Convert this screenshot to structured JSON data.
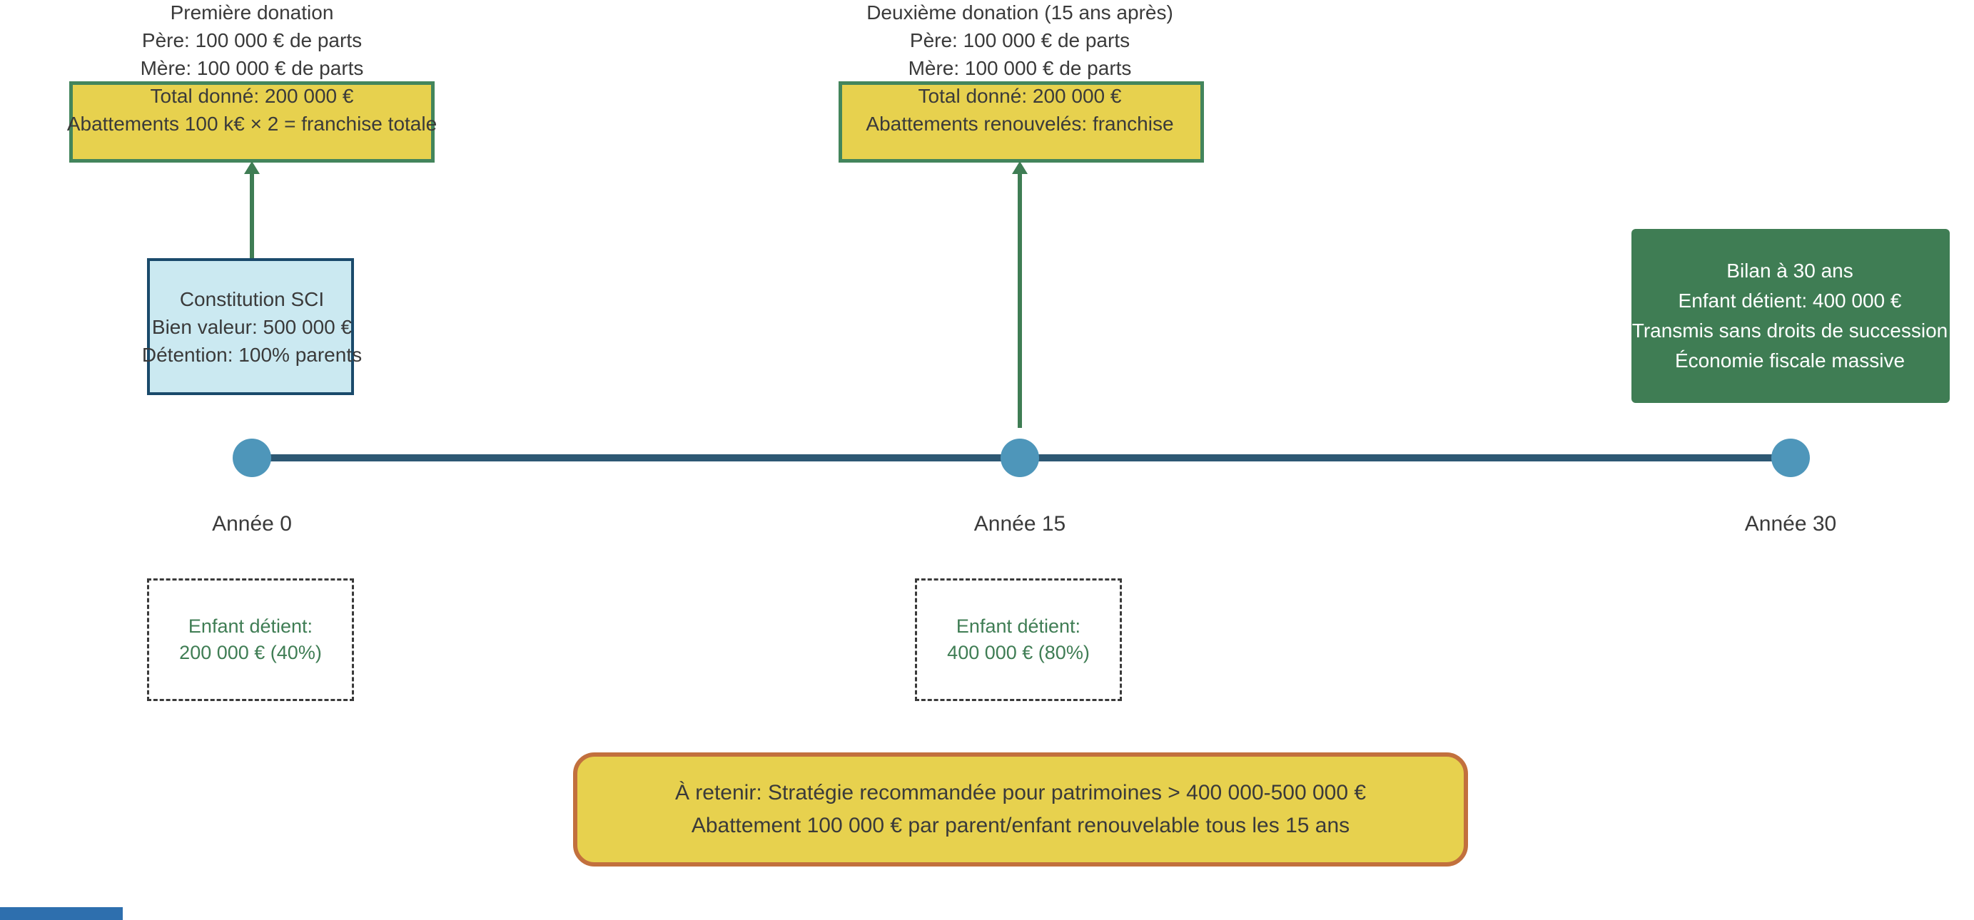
{
  "colors": {
    "timeline_line": "#2d5873",
    "timeline_dot": "#4e96ba",
    "donation_box_fill": "#e7d14e",
    "donation_box_border": "#43855c",
    "arrow_green": "#3f7d54",
    "sci_box_fill": "#cbe9f1",
    "sci_box_border": "#1a4a6b",
    "bilan_box_fill": "#3f7d54",
    "bilan_text": "#ffffff",
    "holding_text_green": "#3f7d54",
    "note_fill": "#e7d14e",
    "note_border": "#c2703d",
    "body_text": "#3a3a3a",
    "partial_bottom_rect": "#2e6fae"
  },
  "diagram": {
    "donation1": {
      "lines": [
        "Première donation",
        "Père: 100 000 € de parts",
        "Mère: 100 000 € de parts",
        "Total donné: 200 000 €",
        "Abattements 100 k€ × 2 = franchise totale"
      ]
    },
    "donation2": {
      "lines": [
        "Deuxième donation (15 ans après)",
        "Père: 100 000 € de parts",
        "Mère: 100 000 € de parts",
        "Total donné: 200 000 €",
        "Abattements renouvelés: franchise"
      ]
    },
    "sci": {
      "lines": [
        "Constitution SCI",
        "Bien valeur: 500 000 €",
        "Détention: 100% parents"
      ]
    },
    "bilan": {
      "lines": [
        "Bilan à 30 ans",
        "Enfant détient: 400 000 €",
        "Transmis sans droits de succession",
        "Économie fiscale massive"
      ]
    },
    "timeline": {
      "labels": [
        "Année 0",
        "Année 15",
        "Année 30"
      ]
    },
    "holding_t0": {
      "lines": [
        "Enfant détient:",
        "200 000 € (40%)"
      ]
    },
    "holding_t15": {
      "lines": [
        "Enfant détient:",
        "400 000 € (80%)"
      ]
    },
    "note": {
      "lines": [
        "À retenir: Stratégie recommandée pour patrimoines > 400 000-500 000 €",
        "Abattement 100 000 € par parent/enfant renouvelable tous les 15 ans"
      ]
    }
  }
}
